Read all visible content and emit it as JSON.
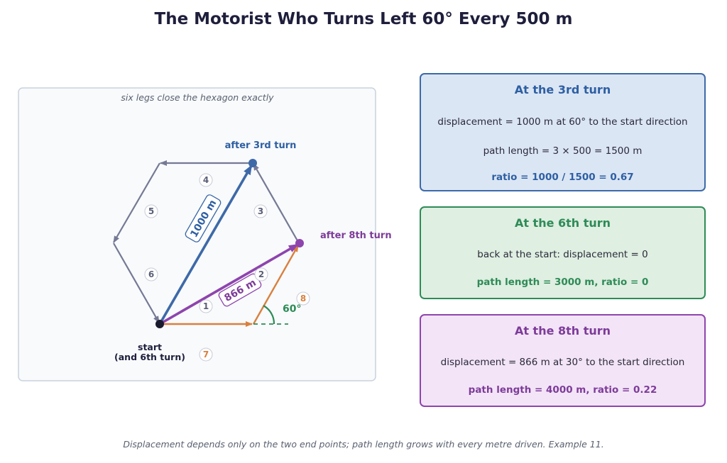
{
  "title": "The Motorist Who Turns Left 60° Every 500 m",
  "diagram": {
    "note": "six legs close the hexagon exactly",
    "label_after3": "after 3rd turn",
    "label_after8": "after 8th turn",
    "start_line1": "start",
    "start_line2": "(and 6th turn)",
    "vec_1000": "1000 m",
    "vec_866": "866 m",
    "angle": "60°",
    "legs": [
      "1",
      "2",
      "3",
      "4",
      "5",
      "6",
      "7",
      "8"
    ],
    "colors": {
      "hexagon": "#757994",
      "blue": "#3d69a8",
      "purple": "#8e44ad",
      "orange": "#d9803e",
      "green": "#2e8b57",
      "start": "#1a1a2e"
    }
  },
  "cards": {
    "c3": {
      "title": "At the 3rd turn",
      "line1": "displacement = 1000 m at 60° to the start direction",
      "line2": "path length = 3 × 500 = 1500 m",
      "line3": "ratio = 1000 / 1500 = 0.67"
    },
    "c6": {
      "title": "At the 6th turn",
      "line1": "back at the start: displacement = 0",
      "line2": "path length = 3000 m,  ratio = 0"
    },
    "c8": {
      "title": "At the 8th turn",
      "line1": "displacement = 866 m at 30° to the start direction",
      "line2": "path length = 4000 m,  ratio = 0.22"
    }
  },
  "caption": "Displacement depends only on the two end points; path length grows with every metre driven. Example 11."
}
